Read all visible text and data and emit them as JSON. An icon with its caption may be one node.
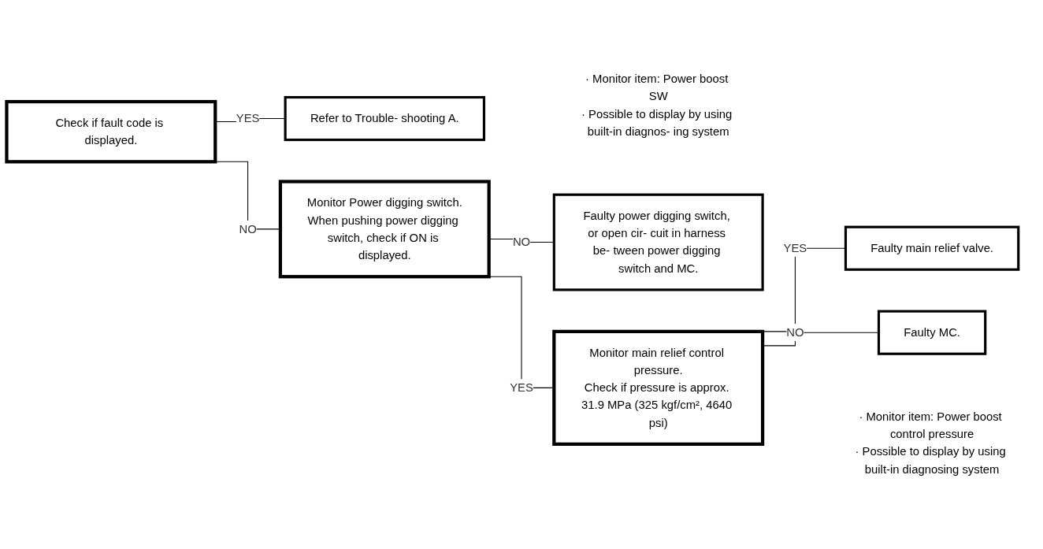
{
  "diagram": {
    "nodes": [
      {
        "text": [
          "Check if fault code is displayed."
        ]
      },
      {
        "text": [
          "Refer to Trouble- shooting A."
        ]
      },
      {
        "text": [
          "Monitor Power digging switch.",
          "When pushing power digging switch, check if ON is displayed."
        ],
        "beside": [
          "· Monitor item: Power boost SW",
          "· Possible to display by using built-in diagnos- ing system"
        ]
      },
      {
        "text": [
          "Faulty power digging switch, or open cir- cuit in harness be- tween power digging switch and MC."
        ]
      },
      {
        "text": [
          "Monitor main relief control pressure.",
          "Check if pressure is approx. 31.9 MPa (325 kgf/cm², 4640 psi)"
        ],
        "beside": [
          "· Monitor item: Power boost control pressure",
          "· Possible to display by using built-in diagnosing system"
        ]
      },
      {
        "text": [
          "Faulty main relief valve."
        ]
      },
      {
        "text": [
          "Faulty MC."
        ]
      }
    ],
    "edges": [
      {
        "from": 0,
        "to": 1,
        "arrow": "none",
        "label": "YES"
      },
      {
        "from": 0,
        "to": 2,
        "arrow": "none",
        "label": "NO"
      },
      {
        "from": 2,
        "to": 3,
        "arrow": "none",
        "label": "NO"
      },
      {
        "from": 2,
        "to": 4,
        "arrow": "none",
        "label": "YES"
      },
      {
        "from": 4,
        "to": 5,
        "arrow": "none",
        "label": "YES"
      },
      {
        "from": 4,
        "to": 6,
        "arrow": "none",
        "label": "NO"
      }
    ]
  }
}
